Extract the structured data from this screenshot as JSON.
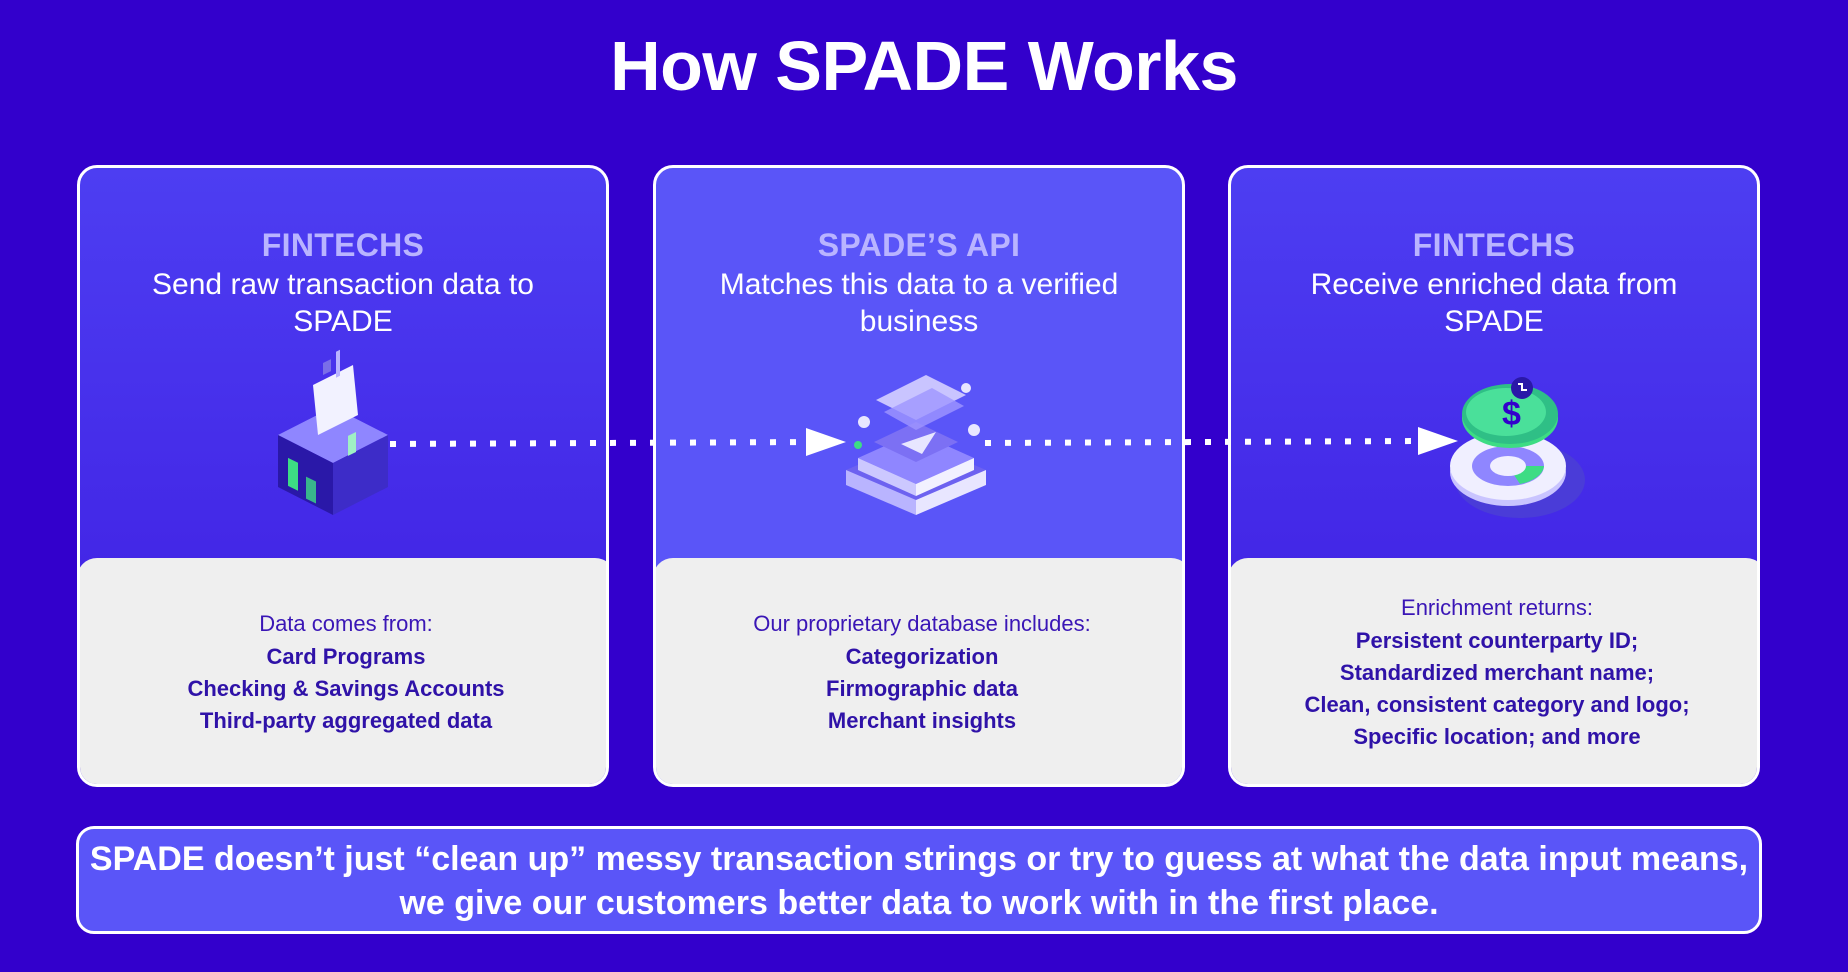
{
  "title": "How SPADE Works",
  "steps": [
    {
      "heading": "FINTECHS",
      "subtitle": "Send raw transaction data to SPADE",
      "lead": "Data comes from:",
      "items": [
        "Card Programs",
        "Checking & Savings Accounts",
        "Third-party aggregated data"
      ],
      "icon": "card-slot-icon"
    },
    {
      "heading": "SPADE’S API",
      "subtitle": "Matches this data to a verified business",
      "lead": "Our proprietary database includes:",
      "items": [
        "Categorization",
        "Firmographic data",
        "Merchant insights"
      ],
      "icon": "api-stack-icon"
    },
    {
      "heading": "FINTECHS",
      "subtitle": "Receive enriched data from SPADE",
      "lead": "Enrichment returns:",
      "items": [
        "Persistent counterparty ID;",
        "Standardized merchant name;",
        "Clean, consistent category and logo;",
        "Specific location; and more"
      ],
      "icon": "enriched-coin-icon"
    }
  ],
  "banner": "SPADE doesn’t just “clean up” messy transaction strings or try to guess at what the data input means, we give our customers better data to work with in the first place.",
  "colors": {
    "background": "#3300cc",
    "card_light": "#5a55f8",
    "card_dark": "#3d1ae0",
    "panel": "#efefef",
    "heading": "#b9b4ff",
    "panel_text": "#2f12a8",
    "accent_green": "#3ddc84"
  }
}
